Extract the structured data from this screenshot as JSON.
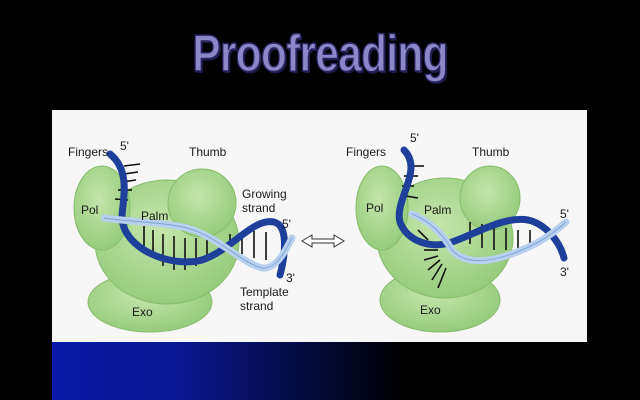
{
  "slide": {
    "title": "Proofreading"
  },
  "figure": {
    "left_panel": {
      "labels": {
        "fingers": "Fingers",
        "thumb": "Thumb",
        "pol": "Pol",
        "palm": "Palm",
        "exo": "Exo",
        "growing_strand": "Growing strand",
        "template_strand": "Template strand",
        "five_prime_top": "5'",
        "five_prime_right": "5'",
        "three_prime": "3'"
      }
    },
    "right_panel": {
      "labels": {
        "fingers": "Fingers",
        "thumb": "Thumb",
        "pol": "Pol",
        "palm": "Palm",
        "exo": "Exo",
        "five_prime_top": "5'",
        "five_prime_right": "5'",
        "three_prime": "3'"
      }
    },
    "arrow": "double-arrow-icon",
    "colors": {
      "protein": "#a8d68a",
      "protein_edge": "#7fb566",
      "strand_dark": "#1e3f9a",
      "strand_light": "#b8d0ee",
      "background": "#f6f7f6"
    }
  }
}
